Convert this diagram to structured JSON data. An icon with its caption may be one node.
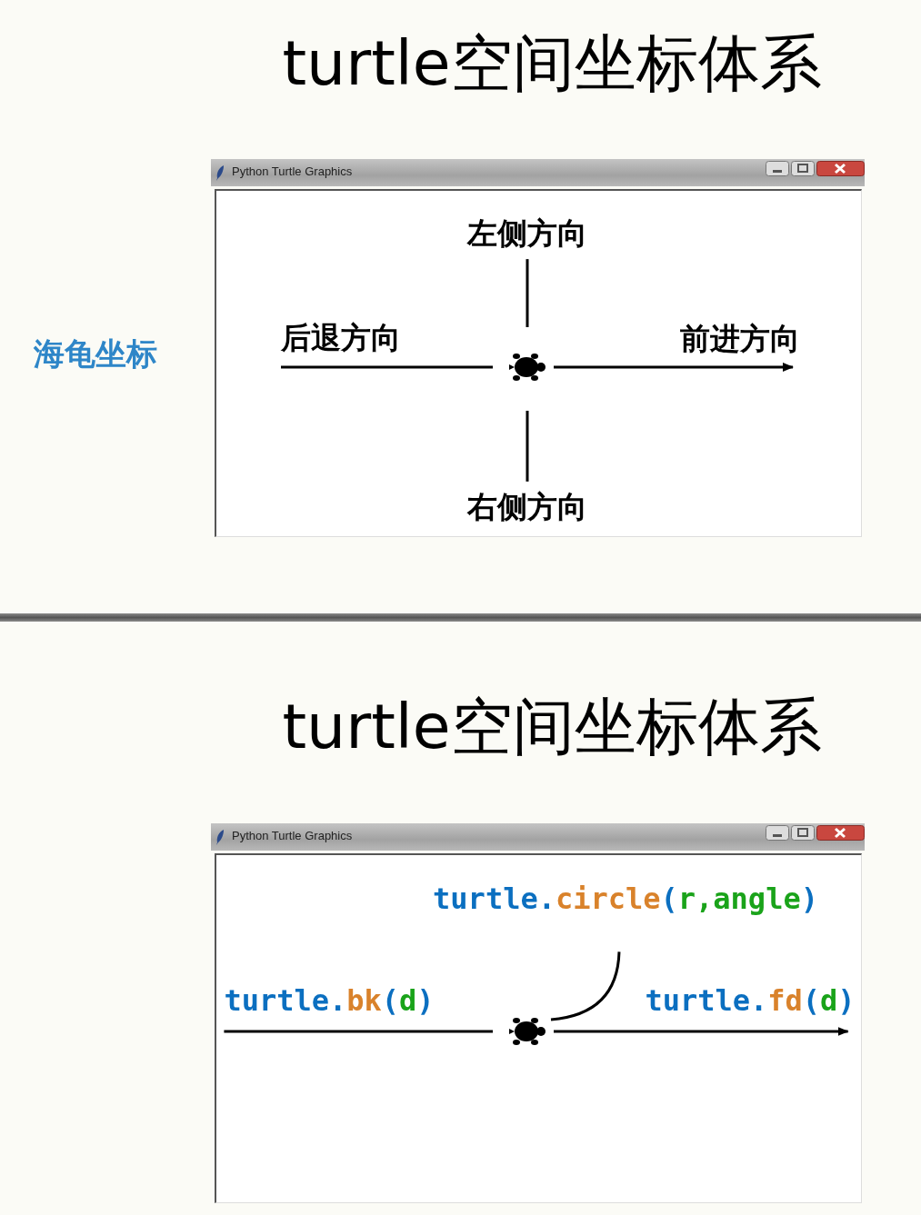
{
  "diagram": {
    "nodes": [
      {
        "text": [
          "Python Turtle Graphics"
        ]
      },
      {
        "text": [
          "左侧方向"
        ],
        "in": 0
      },
      {
        "text": [
          "后退方向"
        ],
        "in": 0
      },
      {
        "text": [],
        "shape": "turtle",
        "in": 0
      },
      {
        "text": [
          "前进方向"
        ],
        "in": 0
      },
      {
        "text": [
          "右侧方向"
        ],
        "in": 0
      },
      {
        "text": [
          "Python Turtle Graphics"
        ]
      },
      {
        "text": [
          "turtle.circle(r,angle)"
        ],
        "in": 6
      },
      {
        "text": [
          "turtle.bk(d)"
        ],
        "in": 6
      },
      {
        "text": [],
        "shape": "turtle",
        "in": 6
      },
      {
        "text": [
          "turtle.fd(d)"
        ],
        "in": 6
      }
    ],
    "edges": [
      {
        "from": 3,
        "to": 1,
        "arrow": "none"
      },
      {
        "from": 3,
        "to": 2,
        "arrow": "none"
      },
      {
        "from": 3,
        "to": 4,
        "arrow": "to"
      },
      {
        "from": 3,
        "to": 5,
        "arrow": "none"
      },
      {
        "from": 9,
        "to": 7,
        "arrow": "none"
      },
      {
        "from": 9,
        "to": 8,
        "arrow": "none"
      },
      {
        "from": 9,
        "to": 10,
        "arrow": "to"
      }
    ],
    "labels": [
      "turtle空间坐标体系",
      "海龟坐标",
      "turtle空间坐标体系"
    ]
  }
}
